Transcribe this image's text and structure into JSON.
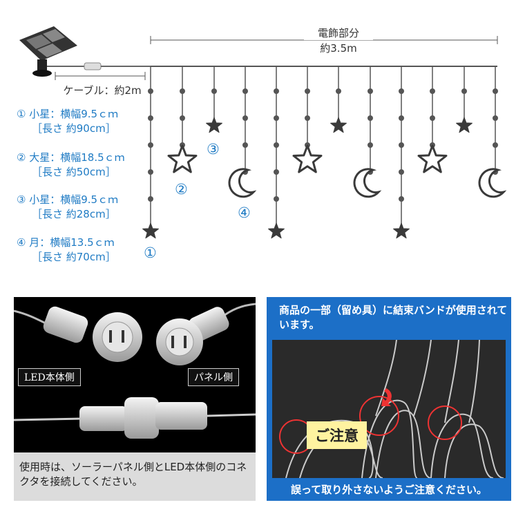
{
  "diagram": {
    "total_label_line1": "電飾部分",
    "total_label_line2": "約3.5m",
    "cable_label": "ケーブル：約2m",
    "legend": [
      {
        "marker": "①",
        "name": "小星：横幅9.5ｃｍ",
        "length": "［長さ 約90cm］"
      },
      {
        "marker": "②",
        "name": "大星：横幅18.5ｃｍ",
        "length": "［長さ 約50cm］"
      },
      {
        "marker": "③",
        "name": "小星：横幅9.5ｃｍ",
        "length": "［長さ 約28cm］"
      },
      {
        "marker": "④",
        "name": "月：横幅13.5ｃｍ",
        "length": "［長さ 約70cm］"
      }
    ],
    "strand_markers": [
      "①",
      "②",
      "③",
      "④"
    ],
    "colors": {
      "accent": "#1f7bc4",
      "line": "#444444"
    }
  },
  "connector": {
    "led_side_label": "LED本体側",
    "panel_side_label": "パネル側",
    "caption": "使用時は、ソーラーパネル側とLED本体側のコネクタを接続してください。"
  },
  "notice": {
    "header": "商品の一部（留め具）に結束バンドが使用されています。",
    "caution": "ご注意",
    "footer": "誤って取り外さないようご注意ください。",
    "background_color": "#1c6fc7"
  }
}
